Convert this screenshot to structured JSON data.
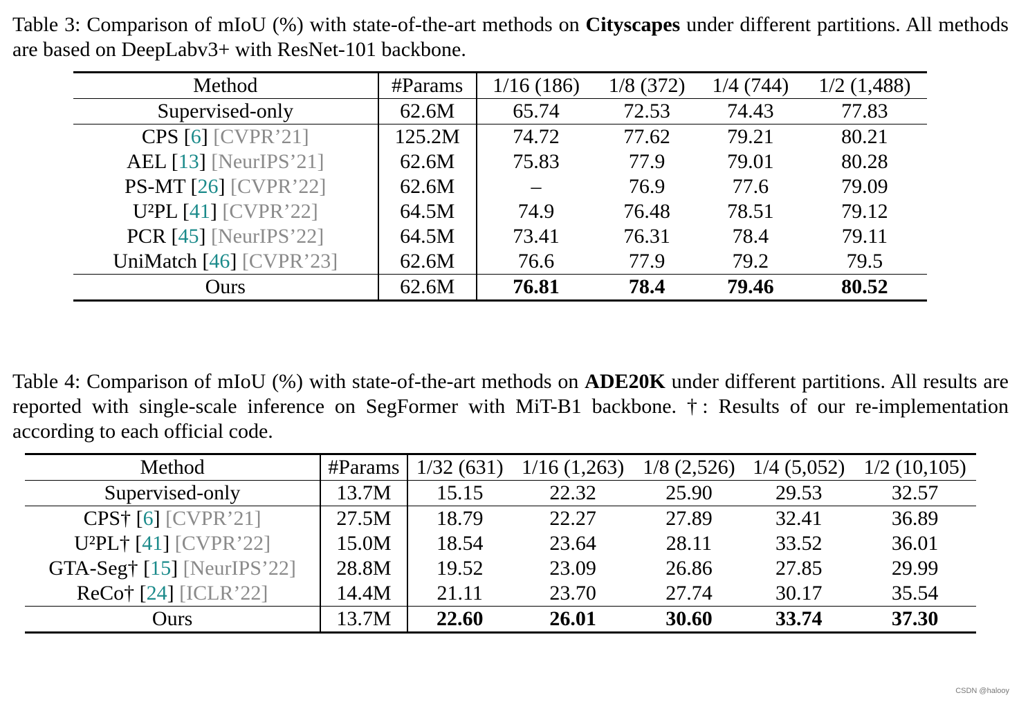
{
  "table3": {
    "caption_prefix": "Table 3: Comparison of mIoU (%) with state-of-the-art methods on ",
    "caption_dataset": "Cityscapes",
    "caption_suffix": " under different partitions. All methods are based on DeepLabv3+ with ResNet-101 backbone.",
    "headers": [
      "Method",
      "#Params",
      "1/16 (186)",
      "1/8 (372)",
      "1/4 (744)",
      "1/2 (1,488)"
    ],
    "supervised": {
      "method": "Supervised-only",
      "params": "62.6M",
      "values": [
        "65.74",
        "72.53",
        "74.43",
        "77.83"
      ]
    },
    "rows": [
      {
        "method": "CPS",
        "ref": "6",
        "venue": "[CVPR’21]",
        "params": "125.2M",
        "values": [
          "74.72",
          "77.62",
          "79.21",
          "80.21"
        ]
      },
      {
        "method": "AEL",
        "ref": "13",
        "venue": "[NeurIPS’21]",
        "params": "62.6M",
        "values": [
          "75.83",
          "77.9",
          "79.01",
          "80.28"
        ]
      },
      {
        "method": "PS-MT",
        "ref": "26",
        "venue": "[CVPR’22]",
        "params": "62.6M",
        "values": [
          "–",
          "76.9",
          "77.6",
          "79.09"
        ]
      },
      {
        "method": "U²PL",
        "ref": "41",
        "venue": "[CVPR’22]",
        "params": "64.5M",
        "values": [
          "74.9",
          "76.48",
          "78.51",
          "79.12"
        ]
      },
      {
        "method": "PCR",
        "ref": "45",
        "venue": "[NeurIPS’22]",
        "params": "64.5M",
        "values": [
          "73.41",
          "76.31",
          "78.4",
          "79.11"
        ]
      },
      {
        "method": "UniMatch",
        "ref": "46",
        "venue": "[CVPR’23]",
        "params": "62.6M",
        "values": [
          "76.6",
          "77.9",
          "79.2",
          "79.5"
        ]
      }
    ],
    "ours": {
      "method": "Ours",
      "params": "62.6M",
      "values": [
        "76.81",
        "78.4",
        "79.46",
        "80.52"
      ]
    }
  },
  "table4": {
    "caption_prefix": "Table 4: Comparison of mIoU (%) with state-of-the-art methods on ",
    "caption_dataset": "ADE20K",
    "caption_suffix": " under different partitions. All results are reported with single-scale inference on SegFormer with MiT-B1 backbone. †: Results of our re-implementation according to each official code.",
    "headers": [
      "Method",
      "#Params",
      "1/32 (631)",
      "1/16 (1,263)",
      "1/8 (2,526)",
      "1/4 (5,052)",
      "1/2 (10,105)"
    ],
    "supervised": {
      "method": "Supervised-only",
      "params": "13.7M",
      "values": [
        "15.15",
        "22.32",
        "25.90",
        "29.53",
        "32.57"
      ]
    },
    "rows": [
      {
        "method": "CPS†",
        "ref": "6",
        "venue": "[CVPR’21]",
        "params": "27.5M",
        "values": [
          "18.79",
          "22.27",
          "27.89",
          "32.41",
          "36.89"
        ]
      },
      {
        "method": "U²PL†",
        "ref": "41",
        "venue": "[CVPR’22]",
        "params": "15.0M",
        "values": [
          "18.54",
          "23.64",
          "28.11",
          "33.52",
          "36.01"
        ]
      },
      {
        "method": "GTA-Seg†",
        "ref": "15",
        "venue": "[NeurIPS’22]",
        "params": "28.8M",
        "values": [
          "19.52",
          "23.09",
          "26.86",
          "27.85",
          "29.99"
        ]
      },
      {
        "method": "ReCo†",
        "ref": "24",
        "venue": "[ICLR’22]",
        "params": "14.4M",
        "values": [
          "21.11",
          "23.70",
          "27.74",
          "30.17",
          "35.54"
        ]
      }
    ],
    "ours": {
      "method": "Ours",
      "params": "13.7M",
      "values": [
        "22.60",
        "26.01",
        "30.60",
        "33.74",
        "37.30"
      ]
    }
  },
  "watermark": "CSDN @halooy"
}
